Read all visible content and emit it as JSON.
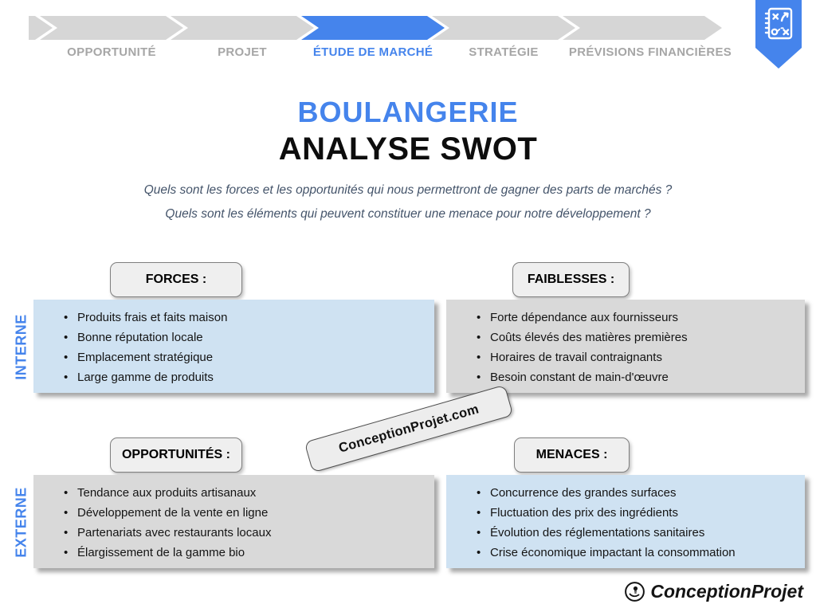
{
  "stepper": {
    "steps": [
      {
        "label": "OPPORTUNITÉ",
        "active": false
      },
      {
        "label": "PROJET",
        "active": false
      },
      {
        "label": "ÉTUDE DE MARCHÉ",
        "active": true
      },
      {
        "label": "STRATÉGIE",
        "active": false
      },
      {
        "label": "PRÉVISIONS FINANCIÈRES",
        "active": false
      }
    ],
    "ribbon_icon": "strategy-playbook-icon"
  },
  "header": {
    "title": "BOULANGERIE",
    "subtitle": "ANALYSE SWOT"
  },
  "questions": {
    "line1": "Quels sont les forces et les opportunités qui nous permettront de gagner des parts de marchés ?",
    "line2": "Quels sont les éléments qui peuvent constituer une menace pour notre développement ?"
  },
  "swot": {
    "row_labels": {
      "internal": "INTERNE",
      "external": "EXTERNE"
    },
    "quadrants": {
      "forces": {
        "title": "FORCES :",
        "items": [
          "Produits frais et faits maison",
          "Bonne réputation locale",
          "Emplacement stratégique",
          "Large gamme de produits"
        ]
      },
      "faiblesses": {
        "title": "FAIBLESSES :",
        "items": [
          "Forte dépendance aux fournisseurs",
          "Coûts élevés des matières premières",
          "Horaires de travail contraignants",
          "Besoin constant de main-d'œuvre"
        ]
      },
      "opportunites": {
        "title": "OPPORTUNITÉS :",
        "items": [
          "Tendance aux produits artisanaux",
          "Développement de la vente en ligne",
          "Partenariats avec restaurants locaux",
          "Élargissement de la gamme bio"
        ]
      },
      "menaces": {
        "title": "MENACES :",
        "items": [
          "Concurrence des grandes surfaces",
          "Fluctuation des prix des ingrédients",
          "Évolution des réglementations sanitaires",
          "Crise économique impactant la consommation"
        ]
      }
    }
  },
  "watermark": {
    "text": "ConceptionProjet.com"
  },
  "footer_logo": {
    "text": "ConceptionProjet",
    "icon": "hand-lightbulb-icon"
  },
  "colors": {
    "accent_blue": "#4584ec",
    "panel_blue": "#cfe2f2",
    "panel_gray": "#d9d9d9",
    "chevron_gray": "#d6d6d6",
    "step_label_gray": "#a6a6a6",
    "question_text": "#44546a"
  }
}
